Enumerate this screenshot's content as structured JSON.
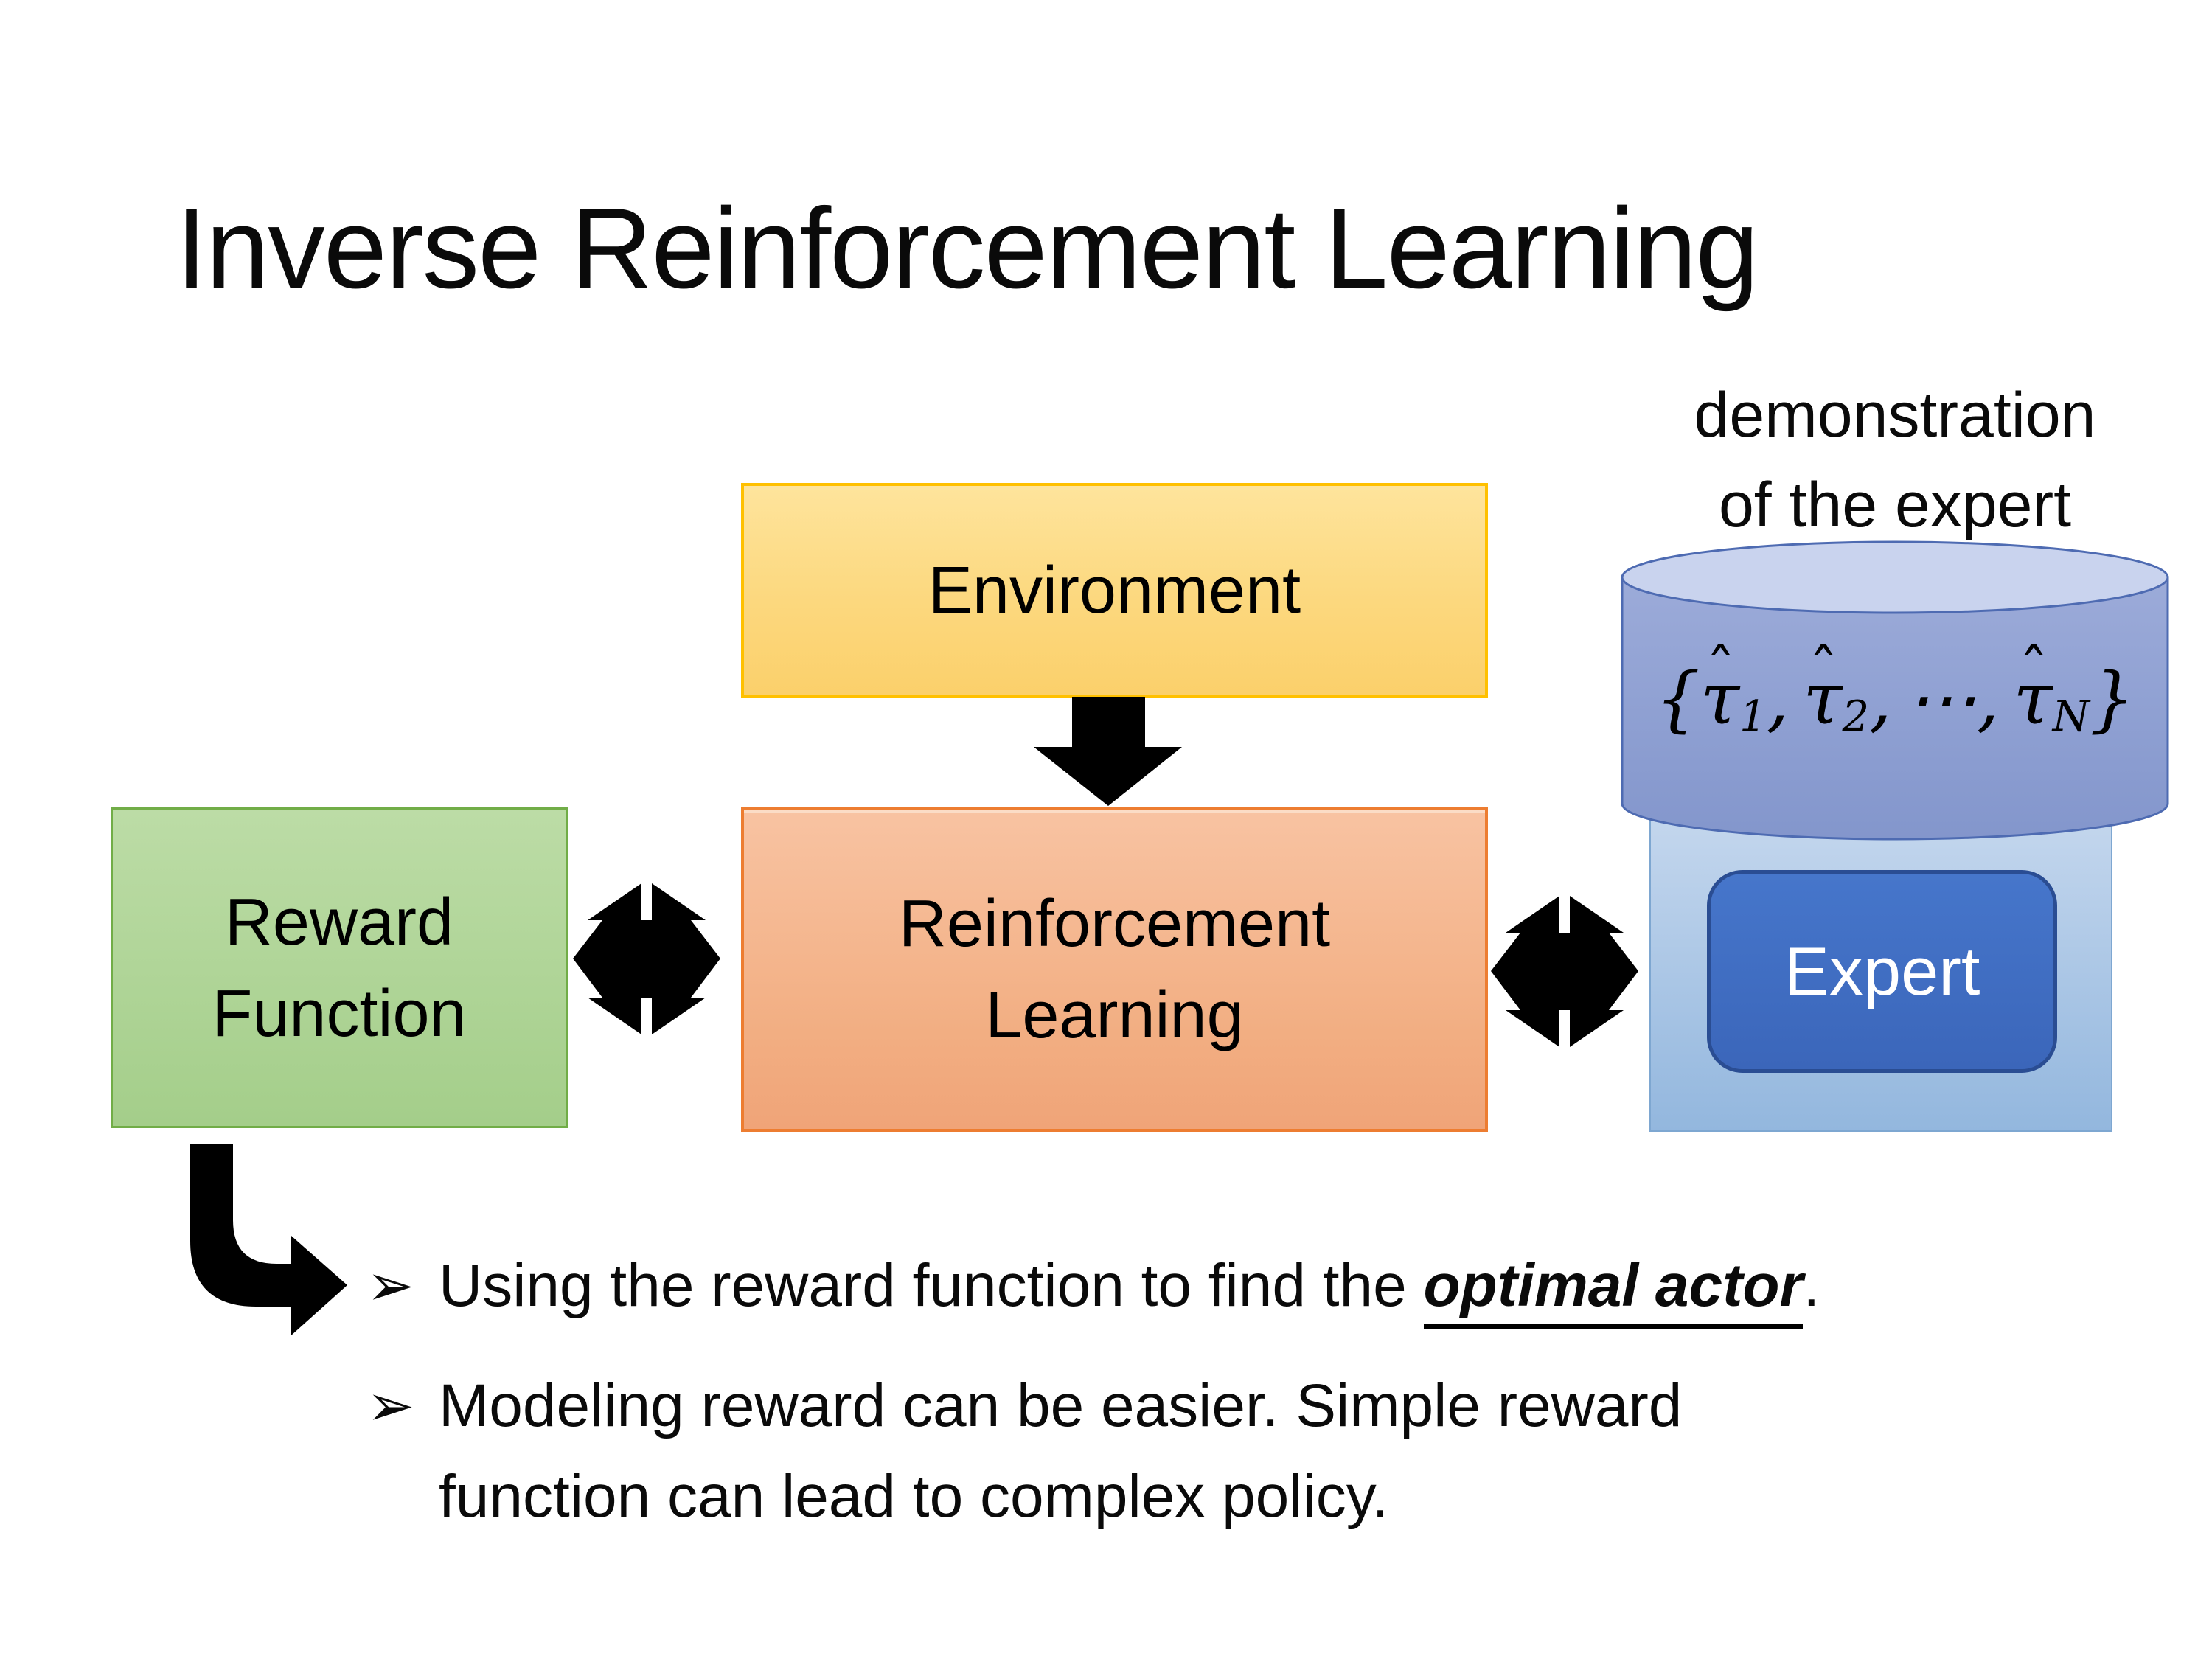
{
  "slide": {
    "title": "Inverse Reinforcement Learning"
  },
  "demo_label": {
    "line1": "demonstration",
    "line2": "of the expert"
  },
  "boxes": {
    "environment": {
      "label": "Environment"
    },
    "reward_function": {
      "line1": "Reward",
      "line2": "Function"
    },
    "reinforcement_learning": {
      "line1": "Reinforcement",
      "line2": "Learning"
    },
    "expert": {
      "label": "Expert"
    }
  },
  "cylinder": {
    "math": {
      "open": "{",
      "tau": "τ",
      "hat": "ˆ",
      "sub1": "1",
      "sub2": "2",
      "subN": "N",
      "comma": ",",
      "dots": "⋯",
      "close": "}"
    }
  },
  "bullets": {
    "marker": "➢",
    "item1": {
      "prefix": "Using the reward function to find the ",
      "emphasis": "optimal actor",
      "suffix": "."
    },
    "item2": {
      "line1": "Modeling reward can be easier. Simple reward",
      "line2": "function can lead to complex policy."
    }
  },
  "colors": {
    "environment_fill_top": "#FEE49C",
    "environment_fill_bottom": "#FBD06B",
    "environment_border": "#FFC000",
    "rl_fill_top": "#F8C3A2",
    "rl_fill_bottom": "#F0A478",
    "rl_border": "#ED7D31",
    "reward_fill_top": "#BCDCA6",
    "reward_fill_bottom": "#A4CE8A",
    "reward_border": "#71AD47",
    "expert_panel_fill_top": "#C6D8EE",
    "expert_panel_fill_bottom": "#93B7DE",
    "expert_panel_border": "#7EA7D1",
    "expert_fill": "#4070C4",
    "expert_border": "#2A4D93",
    "expert_text": "#FFFFFF",
    "cylinder_fill": "#8FA0D3",
    "cylinder_top_fill": "#C9D3EE",
    "cylinder_border": "#4E6BB2",
    "arrow": "#000000",
    "text": "#000000"
  }
}
